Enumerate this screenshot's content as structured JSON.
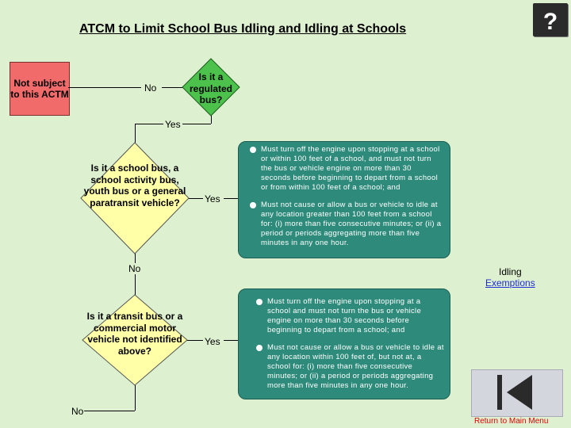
{
  "title": "ATCM to Limit School Bus Idling and Idling at Schools",
  "help_icon": "question-mark-icon",
  "not_subject": "Not subject to this ACTM",
  "q1": "Is it a regulated bus?",
  "q1_no": "No",
  "q1_yes": "Yes",
  "q2": "Is it a school bus, a school activity bus, youth bus or a general paratransit vehicle?",
  "q2_yes": "Yes",
  "q2_no": "No",
  "q3": "Is it a transit bus or a commercial motor vehicle not identified above?",
  "q3_yes": "Yes",
  "q3_no": "No",
  "box1": [
    "Must turn off the engine upon stopping at a school or within 100 feet of a school, and must not turn the bus or vehicle engine on more than 30 seconds before beginning to depart from a school or from within 100 feet of a school; and",
    "Must not cause or allow a bus or vehicle to idle at any location greater than 100 feet from a school for: (i) more than five consecutive minutes; or (ii) a period or periods aggregating more than five minutes in any one hour."
  ],
  "box2": [
    "Must turn off the engine upon stopping at a school and must not turn the bus or vehicle engine on more than 30 seconds before beginning to depart from a school; and",
    "Must not cause or allow a bus or vehicle to idle at any location within 100 feet of, but not at, a school for: (i) more than five consecutive minutes; or (ii) a period or periods aggregating more than five minutes in any one hour."
  ],
  "idling_label": "Idling",
  "exemptions_link": "Exemptions",
  "return_icon": "return-to-start-icon",
  "return_label": "Return to Main Menu",
  "colors": {
    "background": "#ddf0cf",
    "not_subject_box": "#f26b6b",
    "diamond_fill": "#ffffa8",
    "q1_fill": "#4cc24c",
    "box_fill": "#2e8b7b",
    "link": "#1f2bd6",
    "return_label": "#e00000"
  }
}
